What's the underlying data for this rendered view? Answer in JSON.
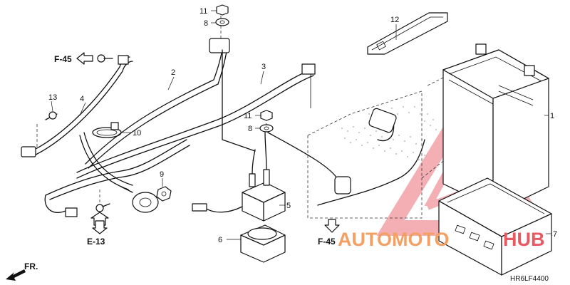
{
  "diagram": {
    "callouts": {
      "c1": "1",
      "c2": "2",
      "c3": "3",
      "c4": "4",
      "c5": "5",
      "c6": "6",
      "c7": "7",
      "c8a": "8",
      "c8b": "8",
      "c9": "9",
      "c10": "10",
      "c11a": "11",
      "c11b": "11",
      "c12": "12",
      "c13": "13"
    },
    "references": {
      "f45_left": "F-45",
      "f45_bottom": "F-45",
      "e13": "E-13",
      "front": "FR."
    },
    "drawing_code": "HR6LF4400",
    "watermark": {
      "text_a": "AUTOMOTO",
      "text_b": "HUB",
      "color_primary": "#f4a0a4",
      "color_accent": "#e85a62"
    }
  }
}
